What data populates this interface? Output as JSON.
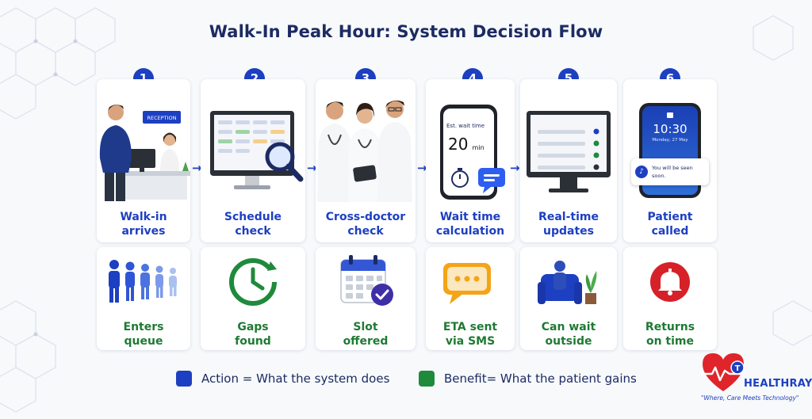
{
  "title": "Walk-In Peak Hour: System Decision Flow",
  "colors": {
    "action": "#1d3fc2",
    "benefit": "#1f8a3c",
    "accent_red": "#d62128"
  },
  "steps": [
    {
      "number": "1",
      "action": "Walk-in arrives",
      "action_lines": [
        "Walk-in",
        "arrives"
      ],
      "benefit_lines": [
        "Enters",
        "queue"
      ],
      "sign": "RECEPTION",
      "icon": "reception-scene"
    },
    {
      "number": "2",
      "action_lines": [
        "Schedule",
        "check"
      ],
      "benefit_lines": [
        "Gaps",
        "found"
      ],
      "icon": "monitor-magnifier"
    },
    {
      "number": "3",
      "action_lines": [
        "Cross-doctor",
        "check"
      ],
      "benefit_lines": [
        "Slot",
        "offered"
      ],
      "icon": "doctors-team"
    },
    {
      "number": "4",
      "action_lines": [
        "Wait time",
        "calculation"
      ],
      "benefit_lines": [
        "ETA sent",
        "via SMS"
      ],
      "phone_label": "Est. wait time",
      "phone_value": "20",
      "phone_unit": "min",
      "icon": "phone-stopwatch"
    },
    {
      "number": "5",
      "action_lines": [
        "Real-time",
        "updates"
      ],
      "benefit_lines": [
        "Can wait",
        "outside"
      ],
      "icon": "monitor-status"
    },
    {
      "number": "6",
      "action_lines": [
        "Patient",
        "called"
      ],
      "benefit_lines": [
        "Returns",
        "on time"
      ],
      "phone_time": "10:30",
      "phone_date": "Monday, 27 May",
      "notification": [
        "You will be seen",
        "soon."
      ],
      "icon": "phone-notification"
    }
  ],
  "legend": {
    "action": "Action = What the system does",
    "benefit": "Benefit= What the patient gains"
  },
  "brand": {
    "name": "HEALTHRAY",
    "tagline": "\"Where, Care Meets Technology\"",
    "logo_letter": "T"
  }
}
